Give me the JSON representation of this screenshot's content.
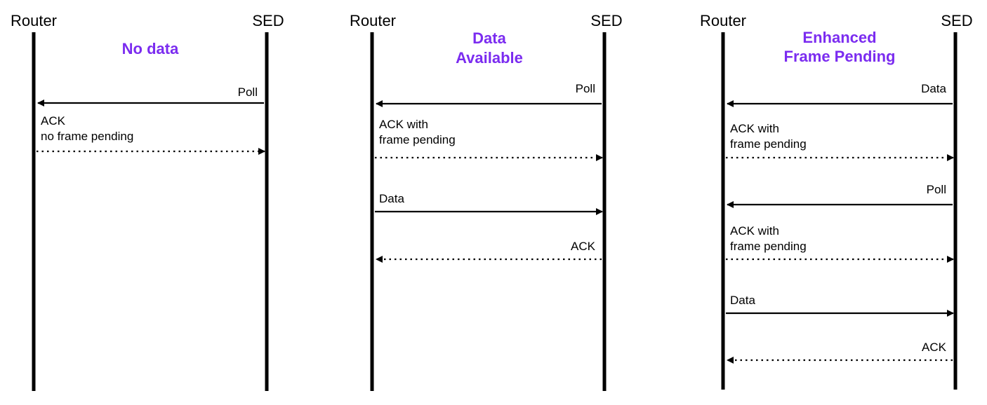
{
  "colors": {
    "title": "#7b2cf0",
    "line": "#000000"
  },
  "diagrams": [
    {
      "left_label": "Router",
      "right_label": "SED",
      "title": [
        "No data"
      ],
      "messages": [
        {
          "dir": "left",
          "style": "solid",
          "label": [
            "Poll"
          ]
        },
        {
          "dir": "right",
          "style": "dotted",
          "label": [
            "ACK",
            "no frame pending"
          ]
        }
      ]
    },
    {
      "left_label": "Router",
      "right_label": "SED",
      "title": [
        "Data",
        "Available"
      ],
      "messages": [
        {
          "dir": "left",
          "style": "solid",
          "label": [
            "Poll"
          ]
        },
        {
          "dir": "right",
          "style": "dotted",
          "label": [
            "ACK with",
            "frame pending"
          ]
        },
        {
          "dir": "right",
          "style": "solid",
          "label": [
            "Data"
          ]
        },
        {
          "dir": "left",
          "style": "dotted",
          "label": [
            "ACK"
          ]
        }
      ]
    },
    {
      "left_label": "Router",
      "right_label": "SED",
      "title": [
        "Enhanced",
        "Frame Pending"
      ],
      "messages": [
        {
          "dir": "left",
          "style": "solid",
          "label": [
            "Data"
          ]
        },
        {
          "dir": "right",
          "style": "dotted",
          "label": [
            "ACK with",
            "frame pending"
          ]
        },
        {
          "dir": "left",
          "style": "solid",
          "label": [
            "Poll"
          ]
        },
        {
          "dir": "right",
          "style": "dotted",
          "label": [
            "ACK with",
            "frame pending"
          ]
        },
        {
          "dir": "right",
          "style": "solid",
          "label": [
            "Data"
          ]
        },
        {
          "dir": "left",
          "style": "dotted",
          "label": [
            "ACK"
          ]
        }
      ]
    }
  ]
}
